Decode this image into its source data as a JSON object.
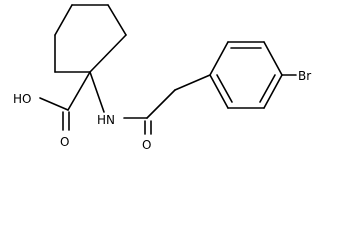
{
  "molecule": {
    "labels": {
      "hydroxyl": "HO",
      "carboxyl_oxygen": "O",
      "amide_nh": "HN",
      "amide_oxygen": "O",
      "bromine": "Br"
    }
  }
}
